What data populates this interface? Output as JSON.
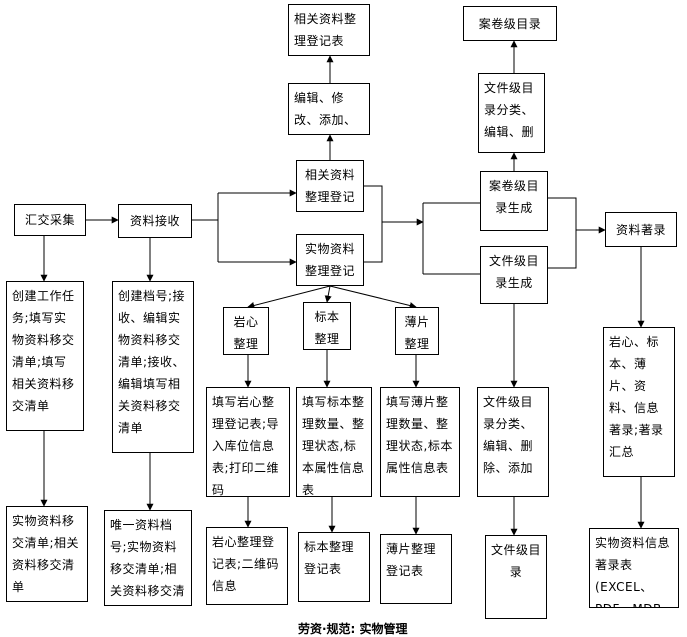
{
  "nodes": {
    "huijiao": "汇交采集",
    "ziliao_jieshou": "资料接收",
    "chuangjian_renwu": "创建工作任务;填写实物资料移交清单;填写相关资料移交清单",
    "chuangjian_danghao": "创建档号;接收、编辑实物资料移交清单;接收、编辑填写相关资料移交清单",
    "yijiao_qingdan": "实物资料移交清单;相关资料移交清单",
    "weiyi_haoma": "唯一资料档号;实物资料移交清单;相关资料移交清单",
    "xiangguan_dengji": "相关资料整理登记",
    "shiwu_dengji": "实物资料整理登记",
    "bianji_xiugai": "编辑、修改、添加、删除",
    "xiangguan_biao": "相关资料整理登记表",
    "yanxin": "岩心整理",
    "biaoben": "标本整理",
    "baopian": "薄片整理",
    "yanxin_tianxie": "填写岩心整理登记表;导入库位信息表;打印二维码",
    "biaoben_tianxie": "填写标本整理数量、整理状态,标本属性信息表",
    "baopian_tianxie": "填写薄片整理数量、整理状态,标本属性信息表",
    "yanxin_biao": "岩心整理登记表;二维码信息",
    "biaoben_biao": "标本整理登记表",
    "baopian_biao": "薄片整理登记表",
    "anjuan_mulu": "案卷级目录",
    "wenjian_fenlei": "文件级目录分类、编辑、删",
    "anjuan_shengcheng": "案卷级目录生成",
    "wenjian_shengcheng": "文件级目录生成",
    "wenjian_bianji": "文件级目录分类、编辑、删除、添加",
    "wenjian_mulu": "文件级目录",
    "zhulu": "资料著录",
    "zhulu_neirong": "岩心、标本、薄片、资料、信息著录;著录汇总",
    "zhulu_biao": "实物资料信息著录表(EXCEL、PDF、MDB格式)"
  },
  "caption": "劳资·规范: 实物管理"
}
